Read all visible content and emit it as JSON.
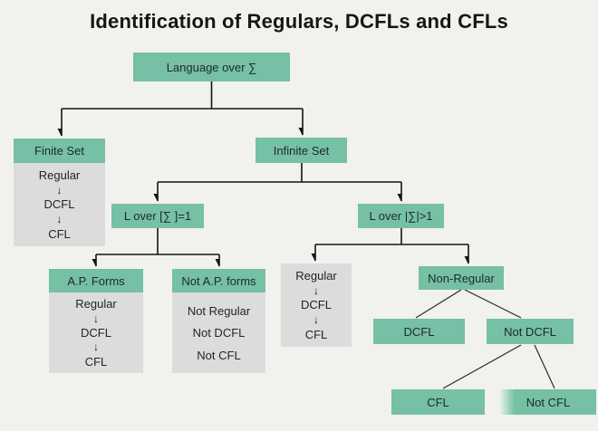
{
  "title": "Identification of Regulars, DCFLs and CFLs",
  "glyphs": {
    "down_arrow": "↓"
  },
  "colors": {
    "green": "#76c0a5",
    "gray": "#dcdcdc",
    "bg": "#f1f1ee",
    "line": "#141414",
    "title": "#161616"
  },
  "nodes": {
    "root": {
      "label": "Language over ∑"
    },
    "finite": {
      "label": "Finite Set",
      "chain": [
        "Regular",
        "DCFL",
        "CFL"
      ]
    },
    "infinite": {
      "label": "Infinite Set"
    },
    "unary": {
      "label": "L over [∑ ]=1"
    },
    "multi": {
      "label": "L over |∑|>1"
    },
    "ap": {
      "label": "A.P. Forms",
      "chain": [
        "Regular",
        "DCFL",
        "CFL"
      ]
    },
    "not_ap": {
      "label": "Not A.P. forms",
      "items": [
        "Not Regular",
        "Not DCFL",
        "Not CFL"
      ]
    },
    "multi_chain": {
      "chain": [
        "Regular",
        "DCFL",
        "CFL"
      ]
    },
    "non_regular": {
      "label": "Non-Regular"
    },
    "dcfl": {
      "label": "DCFL"
    },
    "not_dcfl": {
      "label": "Not DCFL"
    },
    "cfl": {
      "label": "CFL"
    },
    "not_cfl": {
      "label": "Not CFL"
    }
  }
}
